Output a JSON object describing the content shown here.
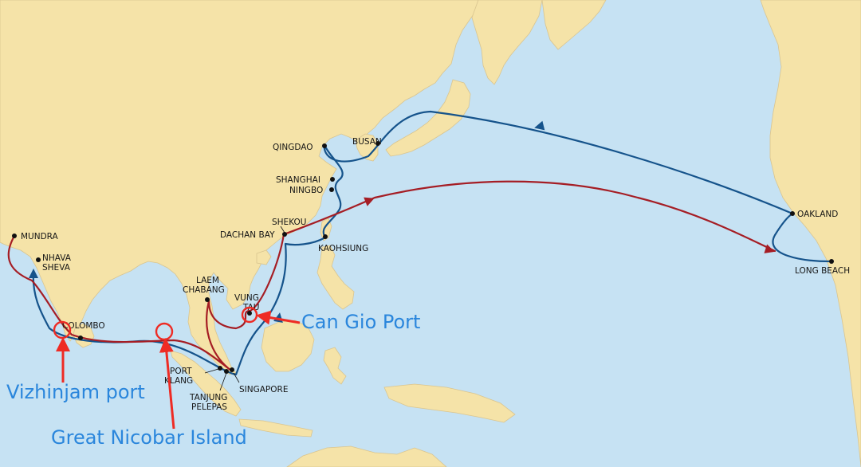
{
  "colors": {
    "sea": "#c6e2f3",
    "land": "#f5e3a8",
    "route_blue": "#15538b",
    "route_red": "#a51d24",
    "annotation": "#ee2b24",
    "annotation_text": "#2a86dc",
    "port": "#111111"
  },
  "ports": {
    "mundra": "MUNDRA",
    "nhava_1": "NHAVA",
    "nhava_2": "SHEVA",
    "colombo": "COLOMBO",
    "port_klang_1": "PORT",
    "port_klang_2": "KLANG",
    "tanjung_1": "TANJUNG",
    "tanjung_2": "PELEPAS",
    "singapore": "SINGAPORE",
    "laem_1": "LAEM",
    "laem_2": "CHABANG",
    "vung_1": "VUNG",
    "vung_2": "TAU",
    "shekou": "SHEKOU",
    "dachan": "DACHAN BAY",
    "kaohsiung": "KAOHSIUNG",
    "shanghai": "SHANGHAI",
    "ningbo": "NINGBO",
    "qingdao": "QINGDAO",
    "busan": "BUSAN",
    "oakland": "OAKLAND",
    "long_beach": "LONG BEACH"
  },
  "annotations": {
    "can_gio": "Can Gio Port",
    "vizhinjam": "Vizhinjam port",
    "great_nicobar": "Great Nicobar Island"
  }
}
